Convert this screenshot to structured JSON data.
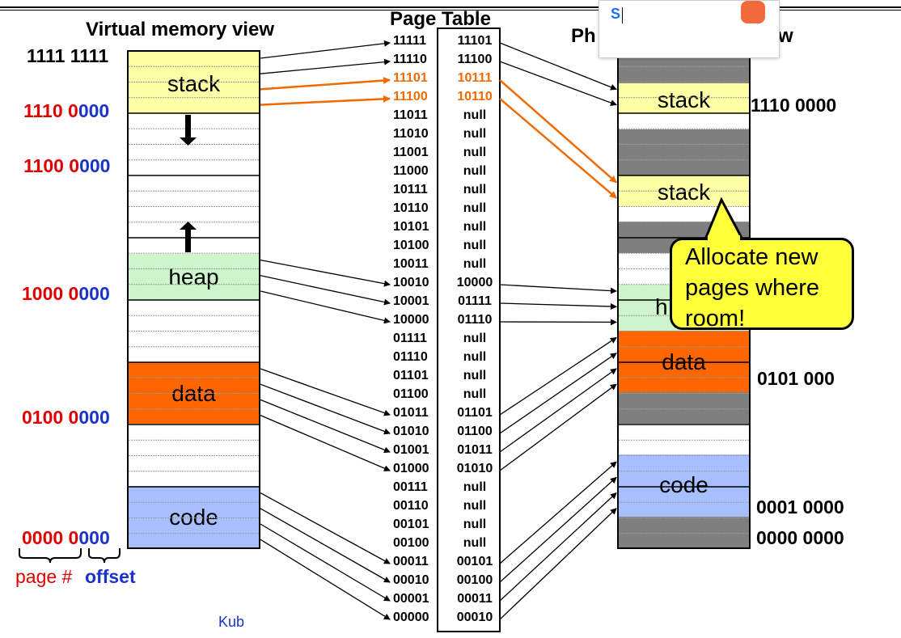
{
  "titles": {
    "virtual": "Virtual memory view",
    "page_table": "Page Table",
    "physical_visible_left": "Ph",
    "physical_visible_right": "w"
  },
  "virtual_addresses": [
    {
      "page": "1111 1111",
      "offset": "",
      "style": "black"
    },
    {
      "page": "1110 0",
      "offset": "000",
      "style": "color"
    },
    {
      "page": "1100 0",
      "offset": "000",
      "style": "color"
    },
    {
      "page": "1000 0",
      "offset": "000",
      "style": "color"
    },
    {
      "page": "0100 0",
      "offset": "000",
      "style": "color"
    },
    {
      "page": "0000 0",
      "offset": "000",
      "style": "color"
    }
  ],
  "legend": {
    "page": "page #",
    "offset": "offset"
  },
  "segments": {
    "stack": "stack",
    "heap": "heap",
    "data": "data",
    "code": "code",
    "heap_partial": "h"
  },
  "page_table": [
    {
      "vpn": "11111",
      "ppn": "11101",
      "hl": false
    },
    {
      "vpn": "11110",
      "ppn": "11100",
      "hl": false
    },
    {
      "vpn": "11101",
      "ppn": "10111",
      "hl": true
    },
    {
      "vpn": "11100",
      "ppn": "10110",
      "hl": true
    },
    {
      "vpn": "11011",
      "ppn": "null",
      "hl": false
    },
    {
      "vpn": "11010",
      "ppn": "null",
      "hl": false
    },
    {
      "vpn": "11001",
      "ppn": "null",
      "hl": false
    },
    {
      "vpn": "11000",
      "ppn": "null",
      "hl": false
    },
    {
      "vpn": "10111",
      "ppn": "null",
      "hl": false
    },
    {
      "vpn": "10110",
      "ppn": "null",
      "hl": false
    },
    {
      "vpn": "10101",
      "ppn": "null",
      "hl": false
    },
    {
      "vpn": "10100",
      "ppn": "null",
      "hl": false
    },
    {
      "vpn": "10011",
      "ppn": "null",
      "hl": false
    },
    {
      "vpn": "10010",
      "ppn": "10000",
      "hl": false
    },
    {
      "vpn": "10001",
      "ppn": "01111",
      "hl": false
    },
    {
      "vpn": "10000",
      "ppn": "01110",
      "hl": false
    },
    {
      "vpn": "01111",
      "ppn": "null",
      "hl": false
    },
    {
      "vpn": "01110",
      "ppn": "null",
      "hl": false
    },
    {
      "vpn": "01101",
      "ppn": "null",
      "hl": false
    },
    {
      "vpn": "01100",
      "ppn": "null",
      "hl": false
    },
    {
      "vpn": "01011",
      "ppn": "01101",
      "hl": false
    },
    {
      "vpn": "01010",
      "ppn": "01100",
      "hl": false
    },
    {
      "vpn": "01001",
      "ppn": "01011",
      "hl": false
    },
    {
      "vpn": "01000",
      "ppn": "01010",
      "hl": false
    },
    {
      "vpn": "00111",
      "ppn": "null",
      "hl": false
    },
    {
      "vpn": "00110",
      "ppn": "null",
      "hl": false
    },
    {
      "vpn": "00101",
      "ppn": "null",
      "hl": false
    },
    {
      "vpn": "00100",
      "ppn": "null",
      "hl": false
    },
    {
      "vpn": "00011",
      "ppn": "00101",
      "hl": false
    },
    {
      "vpn": "00010",
      "ppn": "00100",
      "hl": false
    },
    {
      "vpn": "00001",
      "ppn": "00011",
      "hl": false
    },
    {
      "vpn": "00000",
      "ppn": "00010",
      "hl": false
    }
  ],
  "physical_addresses": [
    "1110 0000",
    "0101 000",
    "0001 0000",
    "0000 0000"
  ],
  "callout": [
    "Allocate new",
    "pages where",
    "room!"
  ],
  "footer_partial": "Kub",
  "ime_letter": "S",
  "colors": {
    "stack": "#ffffa6",
    "heap": "#ccf5cc",
    "data": "#ff6600",
    "code": "#a8bfff",
    "used": "#7f7f7f",
    "highlight": "#ef6a00",
    "callout": "#ffff3a",
    "red": "#e00000",
    "blue": "#1a33cc"
  }
}
